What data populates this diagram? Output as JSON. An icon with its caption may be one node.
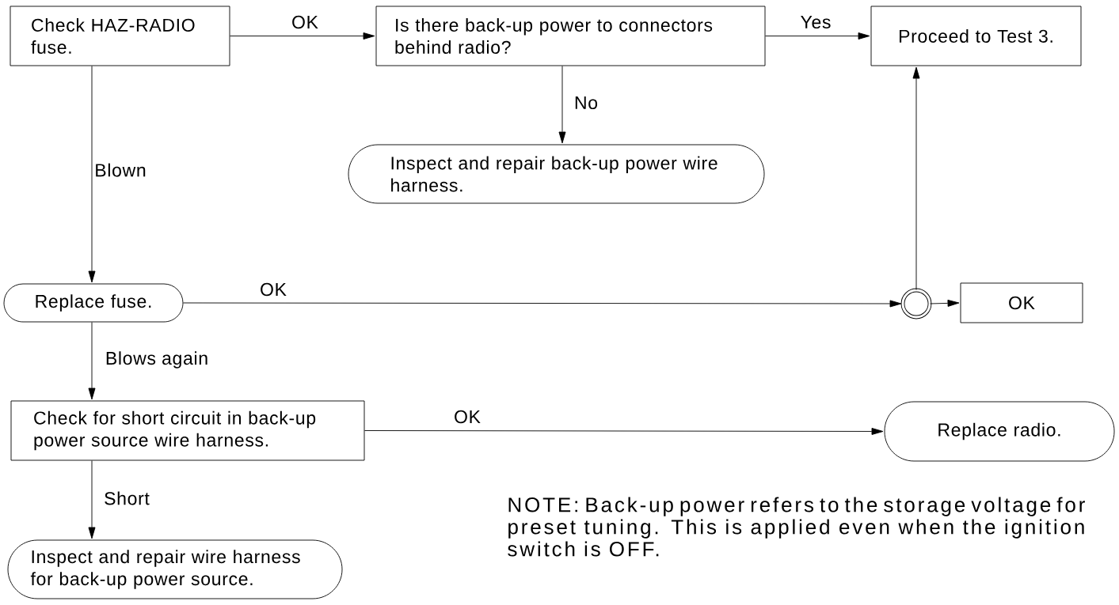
{
  "diagram": {
    "nodes": [
      {
        "text": [
          "Check HAZ-RADIO fuse."
        ]
      },
      {
        "text": [
          "Is there back-up power to connectors behind radio?"
        ]
      },
      {
        "text": [
          "Proceed to Test 3."
        ]
      },
      {
        "text": [
          "Inspect and repair back-up power wire harness."
        ]
      },
      {
        "text": [
          "Replace fuse."
        ]
      },
      {
        "text": [],
        "shape": "circle"
      },
      {
        "text": [
          "OK"
        ]
      },
      {
        "text": [
          "Check for short circuit in back-up power source wire harness."
        ]
      },
      {
        "text": [
          "Replace radio."
        ]
      },
      {
        "text": [
          "Inspect and repair wire harness for back-up power source."
        ]
      }
    ],
    "edges": [
      {
        "from": 0,
        "to": 1,
        "arrow": "to",
        "label": "OK"
      },
      {
        "from": 1,
        "to": 2,
        "arrow": "to",
        "label": "Yes"
      },
      {
        "from": 1,
        "to": 3,
        "arrow": "to",
        "label": "No"
      },
      {
        "from": 0,
        "to": 4,
        "arrow": "to",
        "label": "Blown"
      },
      {
        "from": 4,
        "to": 5,
        "arrow": "to",
        "label": "OK"
      },
      {
        "from": 5,
        "to": 2,
        "arrow": "to"
      },
      {
        "from": 5,
        "to": 6,
        "arrow": "to"
      },
      {
        "from": 4,
        "to": 7,
        "arrow": "to",
        "label": "Blows again"
      },
      {
        "from": 7,
        "to": 8,
        "arrow": "to",
        "label": "OK"
      },
      {
        "from": 7,
        "to": 9,
        "arrow": "to",
        "label": "Short"
      }
    ],
    "labels": [
      "NOTE:  Back-up power refers to the storage voltage for preset tuning. This is applied even when the ignition switch is OFF."
    ]
  }
}
